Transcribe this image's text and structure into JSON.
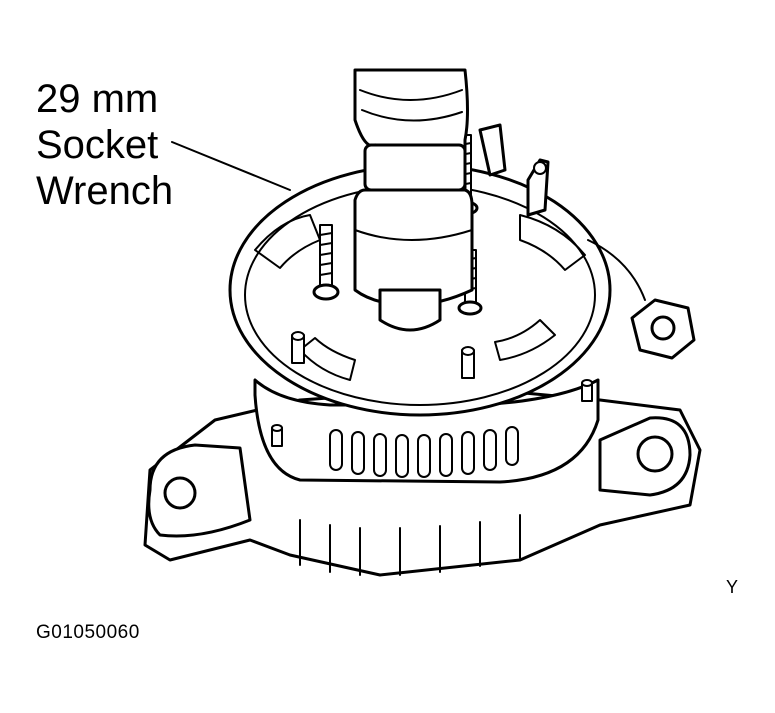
{
  "callout": {
    "line1": "29 mm",
    "line2": "Socket",
    "line3": "Wrench"
  },
  "view_code": "Y",
  "figure_id": "G01050060"
}
